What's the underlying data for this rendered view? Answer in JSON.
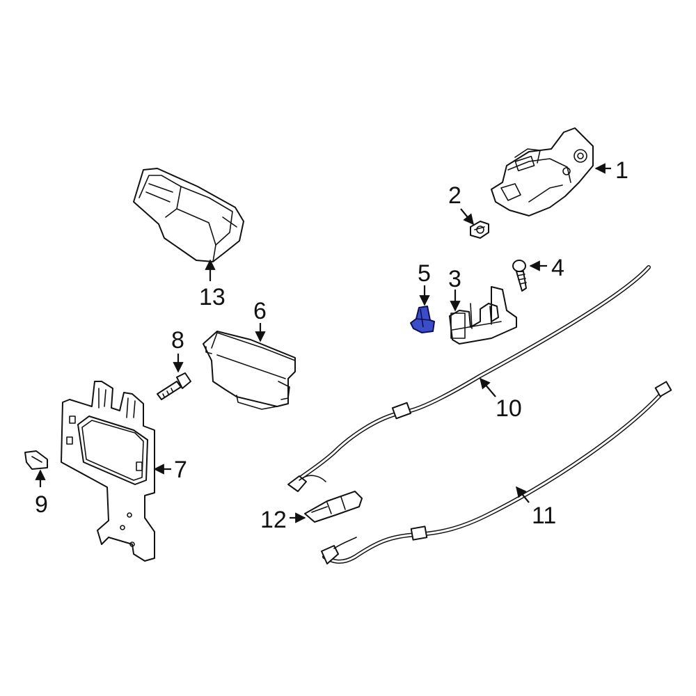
{
  "callouts": [
    {
      "id": "1",
      "label": "1"
    },
    {
      "id": "2",
      "label": "2"
    },
    {
      "id": "3",
      "label": "3"
    },
    {
      "id": "4",
      "label": "4"
    },
    {
      "id": "5",
      "label": "5"
    },
    {
      "id": "6",
      "label": "6"
    },
    {
      "id": "7",
      "label": "7"
    },
    {
      "id": "8",
      "label": "8"
    },
    {
      "id": "9",
      "label": "9"
    },
    {
      "id": "10",
      "label": "10"
    },
    {
      "id": "11",
      "label": "11"
    },
    {
      "id": "12",
      "label": "12"
    },
    {
      "id": "13",
      "label": "13"
    }
  ],
  "colors": {
    "line": "#111111",
    "background": "#ffffff",
    "highlight_fill": "#3b4ec8",
    "highlight_stroke": "#0a0f55"
  },
  "highlighted_part": "5"
}
